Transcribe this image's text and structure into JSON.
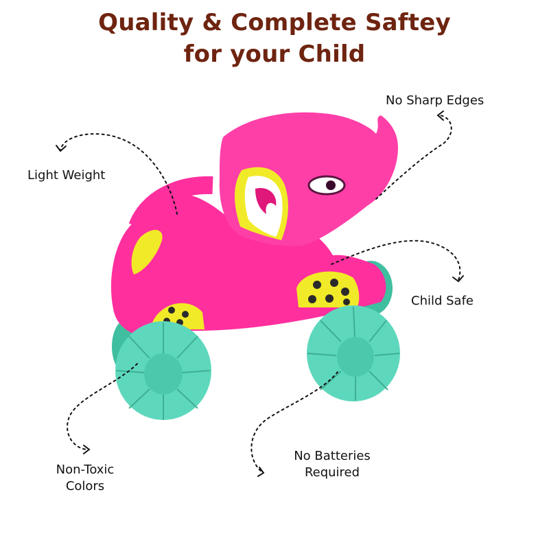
{
  "header": {
    "title_line1": "Quality & Complete Saftey",
    "title_line2": "for your Child"
  },
  "features": {
    "light_weight": "Light Weight",
    "no_sharp_edges": "No Sharp Edges",
    "child_safe": "Child Safe",
    "non_toxic_line1": "Non-Toxic",
    "non_toxic_line2": "Colors",
    "no_batteries_line1": "No Batteries",
    "no_batteries_line2": "Required"
  },
  "colors": {
    "title": "#6e2410",
    "toy_body": "#ff2f9e",
    "toy_yellow": "#f1ea28",
    "wheels": "#5ed8bc"
  }
}
